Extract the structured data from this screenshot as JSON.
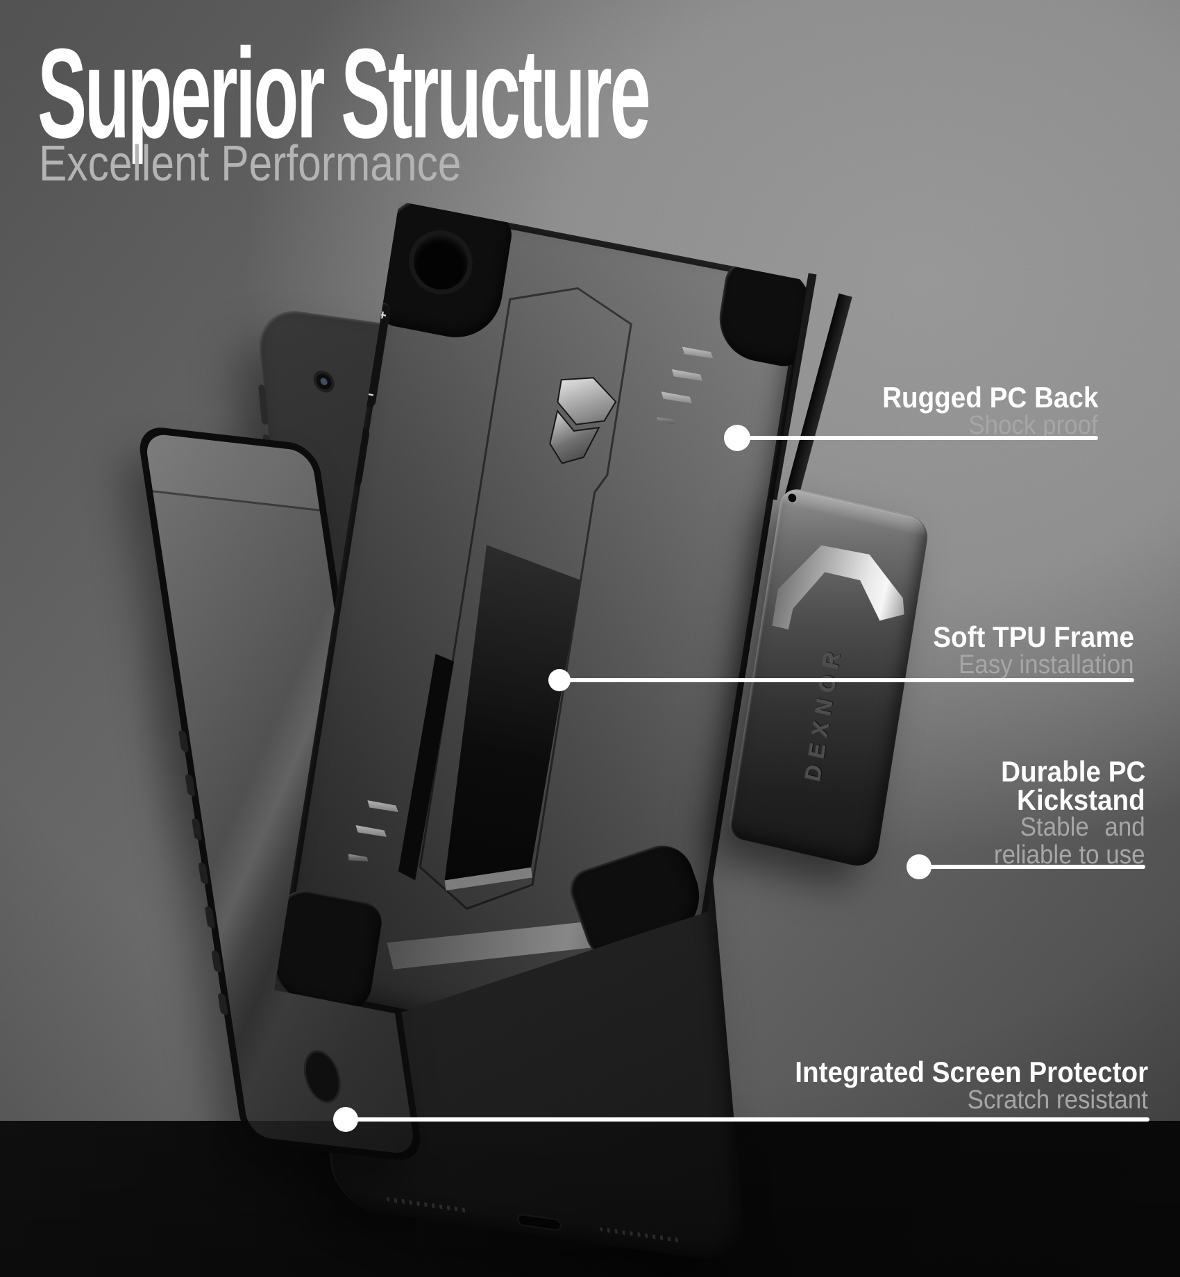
{
  "heading": {
    "title": "Superior Structure",
    "subtitle": "Excellent Performance"
  },
  "callouts": [
    {
      "id": "rugged-pc-back",
      "title": "Rugged PC Back",
      "subtitle": "Shock proof"
    },
    {
      "id": "soft-tpu-frame",
      "title": "Soft TPU Frame",
      "subtitle": "Easy installation"
    },
    {
      "id": "durable-pc-kickstand",
      "title_lines": [
        "Durable PC",
        "Kickstand"
      ],
      "subtitle_lines": [
        "Stable and",
        "reliable to use"
      ]
    },
    {
      "id": "integrated-screen-protector",
      "title": "Integrated Screen Protector",
      "subtitle": "Scratch resistant"
    }
  ],
  "product": {
    "brand_text": "DEXNOR",
    "logo_icon": "dexnor-shield-icon",
    "volume_plus": "+",
    "volume_minus": "−"
  },
  "colors": {
    "heading_title": "#ffffff",
    "heading_subtitle": "#b4b4b4",
    "callout_title": "#ffffff",
    "callout_subtitle": "#a6a6a6",
    "callout_line": "#ffffff",
    "background_highlight": "#8b8b8b",
    "background_shadow": "#434343",
    "floor": "#0e0e0e",
    "case_black": "#1a1a1a"
  }
}
